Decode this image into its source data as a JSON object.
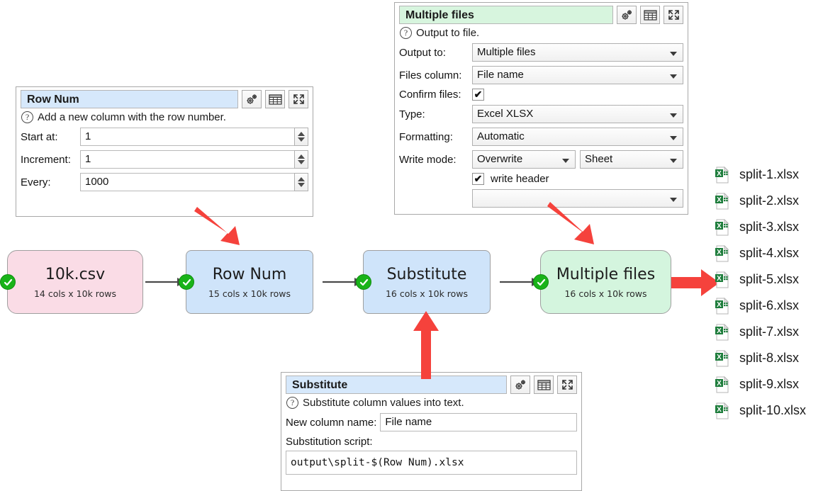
{
  "panels": {
    "row_num": {
      "title": "Row Num",
      "hint": "Add a new column with the row number.",
      "fields": [
        {
          "label": "Start at:",
          "value": "1"
        },
        {
          "label": "Increment:",
          "value": "1"
        },
        {
          "label": "Every:",
          "value": "1000"
        }
      ]
    },
    "multiple_files": {
      "title": "Multiple files",
      "hint": "Output to file.",
      "output_to_label": "Output to:",
      "output_to_value": "Multiple files",
      "files_column_label": "Files column:",
      "files_column_value": "File name",
      "confirm_files_label": "Confirm files:",
      "confirm_files_checked": "✔",
      "type_label": "Type:",
      "type_value": "Excel XLSX",
      "formatting_label": "Formatting:",
      "formatting_value": "Automatic",
      "write_mode_label": "Write mode:",
      "write_mode_value": "Overwrite",
      "sheet_value": "Sheet",
      "write_header_checked": "✔",
      "write_header_label": "write header"
    },
    "substitute": {
      "title": "Substitute",
      "hint": "Substitute column values into text.",
      "new_column_label": "New column name:",
      "new_column_value": "File name",
      "script_label": "Substitution script:",
      "script_value": "output\\split-$(Row Num).xlsx"
    }
  },
  "flow": {
    "nodes": [
      {
        "title": "10k.csv",
        "sub": "14 cols x 10k rows",
        "color": "#fadce6"
      },
      {
        "title": "Row Num",
        "sub": "15 cols x 10k rows",
        "color": "#cfe4fa"
      },
      {
        "title": "Substitute",
        "sub": "16 cols x 10k rows",
        "color": "#cfe4fa"
      },
      {
        "title": "Multiple files",
        "sub": "16 cols x 10k rows",
        "color": "#d4f5de"
      }
    ],
    "status_ok_color": "#19b319",
    "arrow_color": "#f5423c"
  },
  "files": [
    "split-1.xlsx",
    "split-2.xlsx",
    "split-3.xlsx",
    "split-4.xlsx",
    "split-5.xlsx",
    "split-6.xlsx",
    "split-7.xlsx",
    "split-8.xlsx",
    "split-9.xlsx",
    "split-10.xlsx"
  ]
}
